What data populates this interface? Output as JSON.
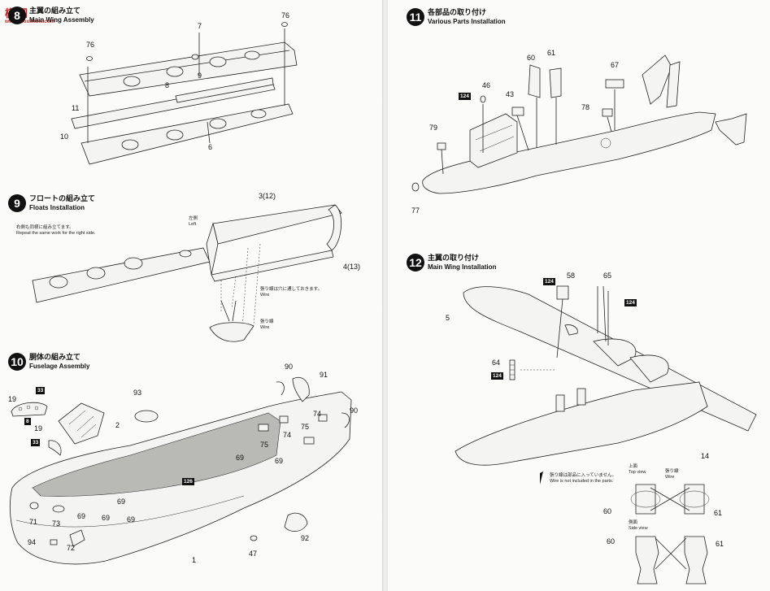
{
  "watermark": {
    "name": "模网",
    "url": "www.moxshow.com"
  },
  "steps": [
    {
      "number": "8",
      "jp": "主翼の組み立て",
      "en": "Main Wing Assembly"
    },
    {
      "number": "9",
      "jp": "フロートの組み立て",
      "en": "Floats Installation"
    },
    {
      "number": "10",
      "jp": "胴体の組み立て",
      "en": "Fuselage Assembly"
    },
    {
      "number": "11",
      "jp": "各部品の取り付け",
      "en": "Various Parts Installation"
    },
    {
      "number": "12",
      "jp": "主翼の取り付け",
      "en": "Main Wing Installation"
    }
  ],
  "notes": {
    "repeat_jp": "右側も同様に組み立てます。",
    "repeat_en": "Repeat the same work for the right side.",
    "left_jp": "左側",
    "left_en": "Left",
    "wire_jp": "張り線は穴に通しておきます。",
    "wire_en": "Wire",
    "wire2_jp": "張り線",
    "wire2_en": "Wire",
    "wire_not_included_jp": "張り線は部品に入っていません。",
    "wire_not_included_en": "Wire is not included in the parts.",
    "top_view_jp": "上面",
    "top_view_en": "Top view",
    "side_view_jp": "側面",
    "side_view_en": "Side view",
    "wire3_jp": "張り線",
    "wire3_en": "Wire"
  },
  "color_codes": {
    "c33": "33",
    "c8": "8",
    "c124": "124",
    "c126": "126"
  },
  "part_labels": {
    "p76a": "76",
    "p76b": "76",
    "p7": "7",
    "p8": "8",
    "p9": "9",
    "p11": "11",
    "p10": "10",
    "p6": "6",
    "p3_12": "3(12)",
    "p4_13": "4(13)",
    "p19a": "19",
    "p19b": "19",
    "p93": "93",
    "p2": "2",
    "p90a": "90",
    "p91": "91",
    "p90b": "90",
    "p74a": "74",
    "p74b": "74",
    "p75a": "75",
    "p75b": "75",
    "p69a": "69",
    "p69b": "69",
    "p69c": "69",
    "p69d": "69",
    "p69e": "69",
    "p69f": "69",
    "p71": "71",
    "p73": "73",
    "p94": "94",
    "p72": "72",
    "p1": "1",
    "p47": "47",
    "p92": "92",
    "p60a": "60",
    "p61a": "61",
    "p67": "67",
    "p46": "46",
    "p43": "43",
    "p78": "78",
    "p79": "79",
    "p77": "77",
    "p58": "58",
    "p65": "65",
    "p5": "5",
    "p64": "64",
    "p14": "14",
    "p60b": "60",
    "p61b": "61",
    "p60c": "60",
    "p61c": "61"
  }
}
